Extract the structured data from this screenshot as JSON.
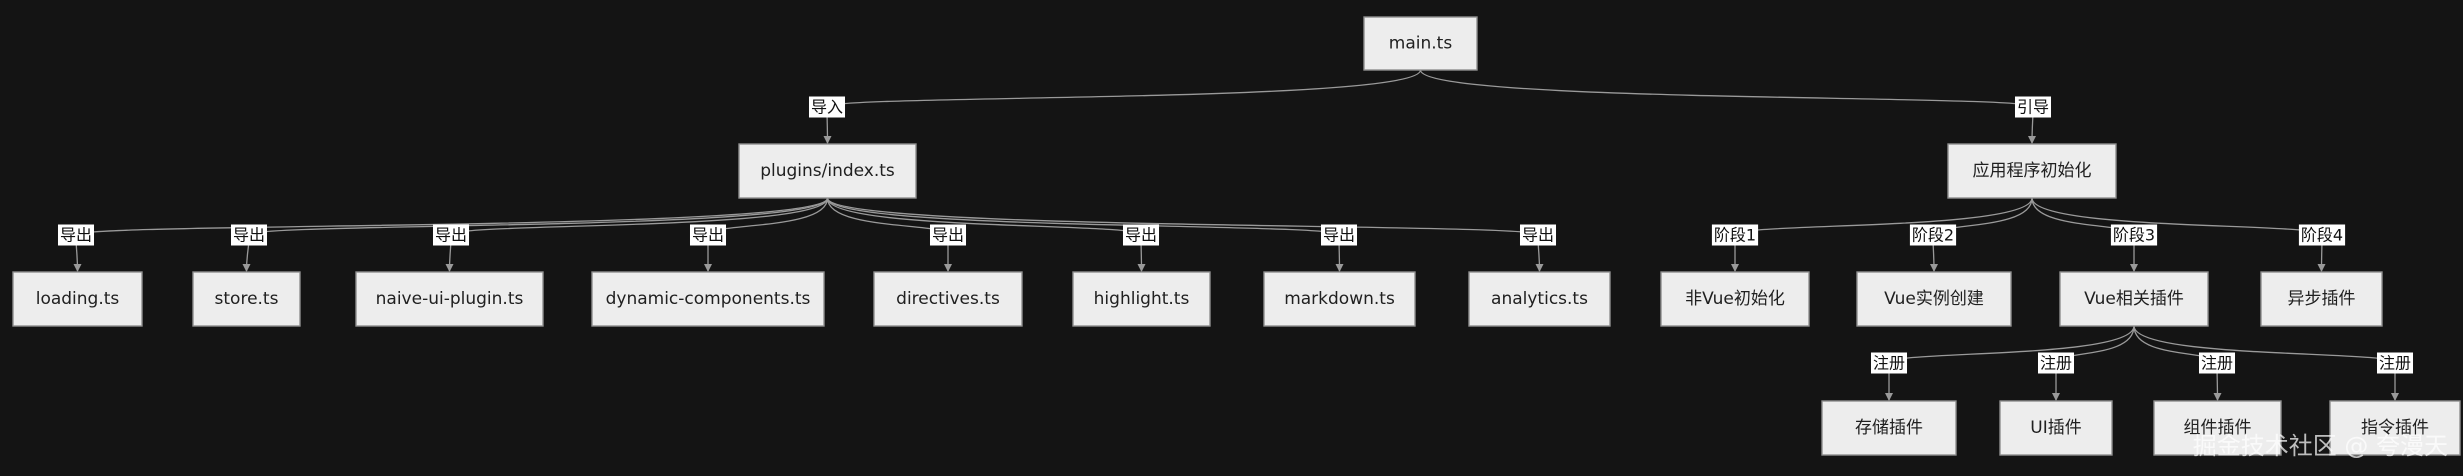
{
  "colors": {
    "background": "#141414",
    "node_fill": "#ededed",
    "node_border": "#8f8f8f",
    "edge": "#9a9a9a",
    "label_fill": "#ffffff"
  },
  "nodes": {
    "main": "main.ts",
    "plugins_index": "plugins/index.ts",
    "app_init": "应用程序初始化",
    "loading": "loading.ts",
    "store": "store.ts",
    "naive_ui_plugin": "naive-ui-plugin.ts",
    "dynamic_components": "dynamic-components.ts",
    "directives": "directives.ts",
    "highlight": "highlight.ts",
    "markdown": "markdown.ts",
    "analytics": "analytics.ts",
    "non_vue_init": "非Vue初始化",
    "vue_instance": "Vue实例创建",
    "vue_plugins": "Vue相关插件",
    "async_plugins": "异步插件",
    "storage_plugin": "存储插件",
    "ui_plugin": "UI插件",
    "component_plugin": "组件插件",
    "directive_plugin": "指令插件"
  },
  "edges": [
    {
      "from": "main",
      "to": "plugins_index",
      "label": "导入"
    },
    {
      "from": "main",
      "to": "app_init",
      "label": "引导"
    },
    {
      "from": "plugins_index",
      "to": "loading",
      "label": "导出"
    },
    {
      "from": "plugins_index",
      "to": "store",
      "label": "导出"
    },
    {
      "from": "plugins_index",
      "to": "naive_ui_plugin",
      "label": "导出"
    },
    {
      "from": "plugins_index",
      "to": "dynamic_components",
      "label": "导出"
    },
    {
      "from": "plugins_index",
      "to": "directives",
      "label": "导出"
    },
    {
      "from": "plugins_index",
      "to": "highlight",
      "label": "导出"
    },
    {
      "from": "plugins_index",
      "to": "markdown",
      "label": "导出"
    },
    {
      "from": "plugins_index",
      "to": "analytics",
      "label": "导出"
    },
    {
      "from": "app_init",
      "to": "non_vue_init",
      "label": "阶段1"
    },
    {
      "from": "app_init",
      "to": "vue_instance",
      "label": "阶段2"
    },
    {
      "from": "app_init",
      "to": "vue_plugins",
      "label": "阶段3"
    },
    {
      "from": "app_init",
      "to": "async_plugins",
      "label": "阶段4"
    },
    {
      "from": "vue_plugins",
      "to": "storage_plugin",
      "label": "注册"
    },
    {
      "from": "vue_plugins",
      "to": "ui_plugin",
      "label": "注册"
    },
    {
      "from": "vue_plugins",
      "to": "component_plugin",
      "label": "注册"
    },
    {
      "from": "vue_plugins",
      "to": "directive_plugin",
      "label": "注册"
    }
  ],
  "watermark": "掘金技术社区 @ 夸漫天"
}
